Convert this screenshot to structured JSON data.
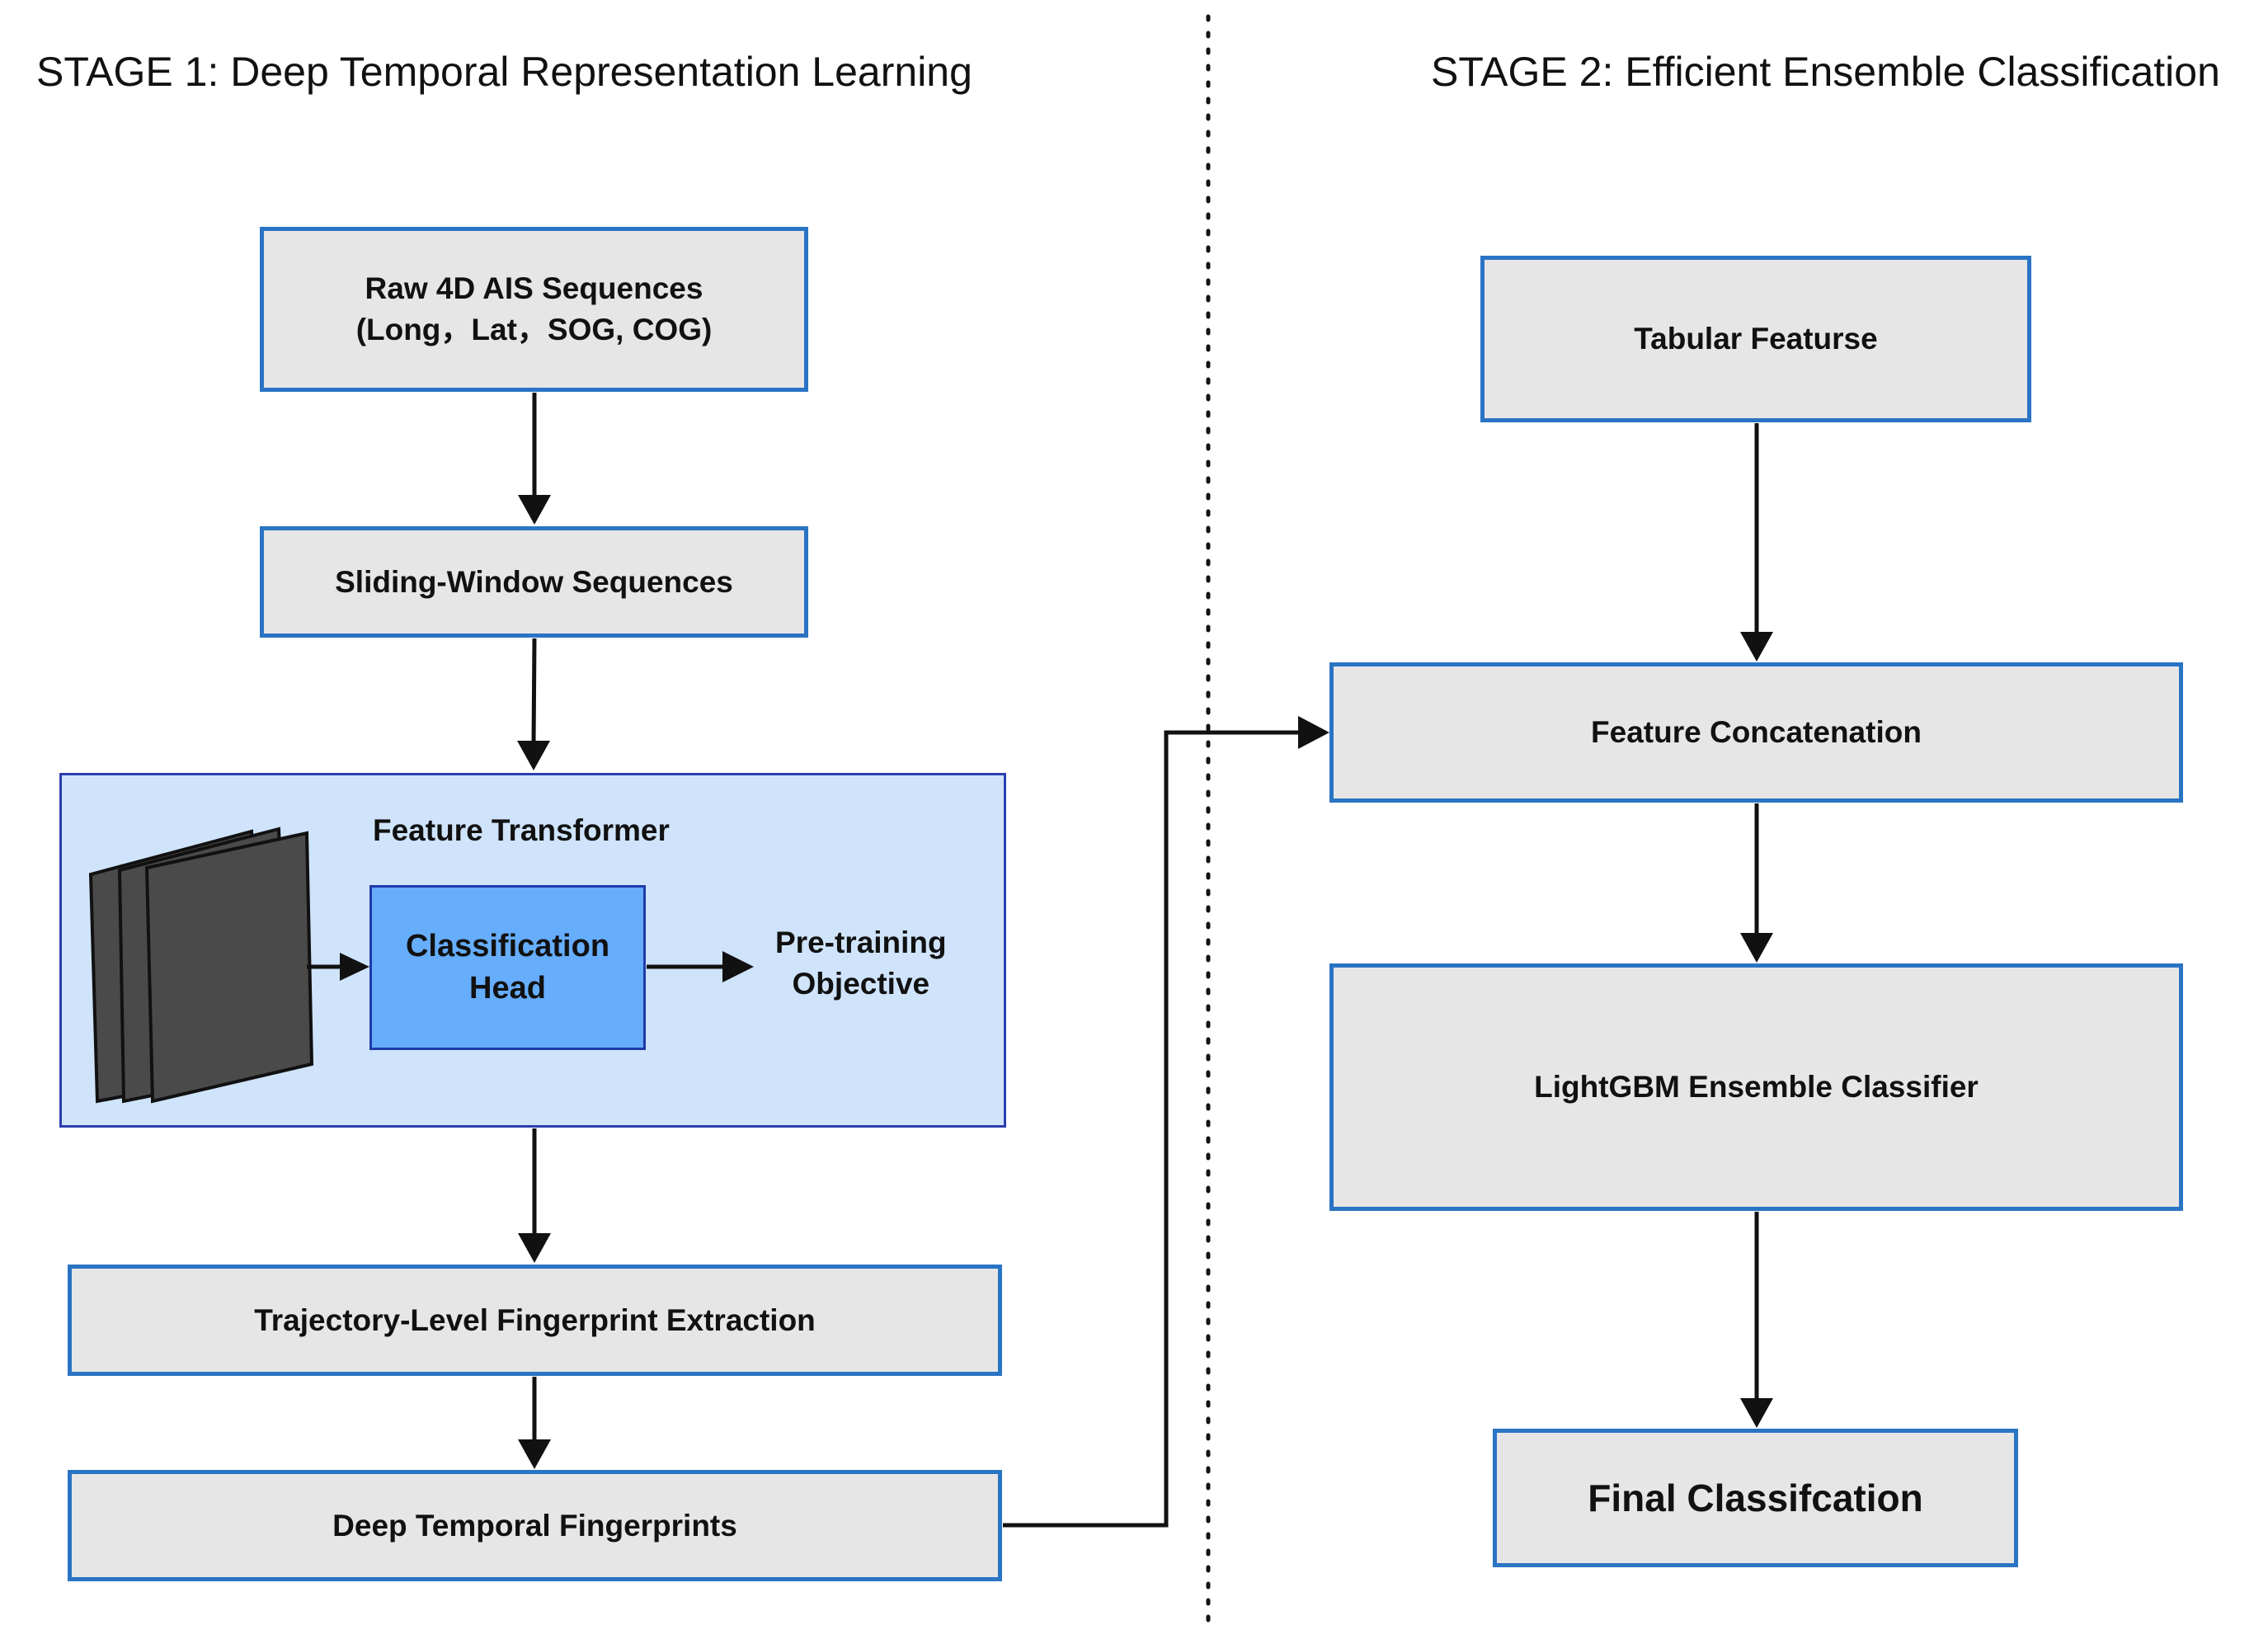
{
  "stage1": {
    "title": "STAGE 1: Deep Temporal Representation Learning"
  },
  "stage2": {
    "title": "STAGE 2: Efficient Ensemble Classification"
  },
  "nodes": {
    "raw_input": {
      "line1": "Raw 4D AIS Sequences",
      "line2": "(Long，Lat，SOG, COG)"
    },
    "sliding_window": {
      "label": "Sliding-Window Sequences"
    },
    "feature_transformer": {
      "label": "Feature Transformer",
      "classification_head": {
        "line1": "Classification",
        "line2": "Head"
      },
      "pretraining": {
        "line1": "Pre-training",
        "line2": "Objective"
      }
    },
    "fingerprint_extraction": {
      "label": "Trajectory-Level Fingerprint Extraction"
    },
    "deep_fingerprints": {
      "label": "Deep Temporal Fingerprints"
    },
    "tabular_features": {
      "label": "Tabular Featurse"
    },
    "feature_concat": {
      "label": "Feature Concatenation"
    },
    "lightgbm": {
      "label": "LightGBM Ensemble Classifier"
    },
    "final": {
      "label": "Final Classifcation"
    }
  },
  "colors": {
    "box_fill": "#e6e6e6",
    "box_border": "#2a74c4",
    "transformer_fill": "#cfe4fb",
    "head_fill": "#66adfc",
    "layer_fill": "#4a4a4a"
  }
}
